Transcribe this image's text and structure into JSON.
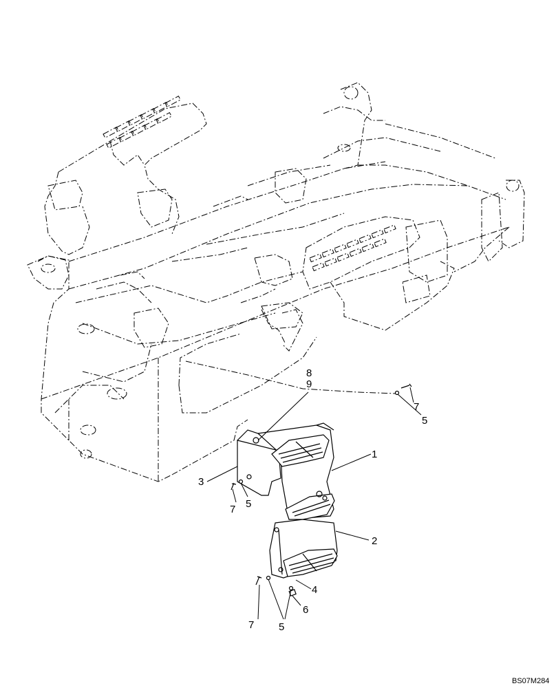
{
  "callouts": {
    "c1": "1",
    "c2": "2",
    "c3": "3",
    "c4": "4",
    "c5a": "5",
    "c5b": "5",
    "c5c": "5",
    "c6": "6",
    "c7a": "7",
    "c7b": "7",
    "c7c": "7",
    "c8": "8",
    "c9": "9"
  },
  "figure_ref": "BS07M284"
}
